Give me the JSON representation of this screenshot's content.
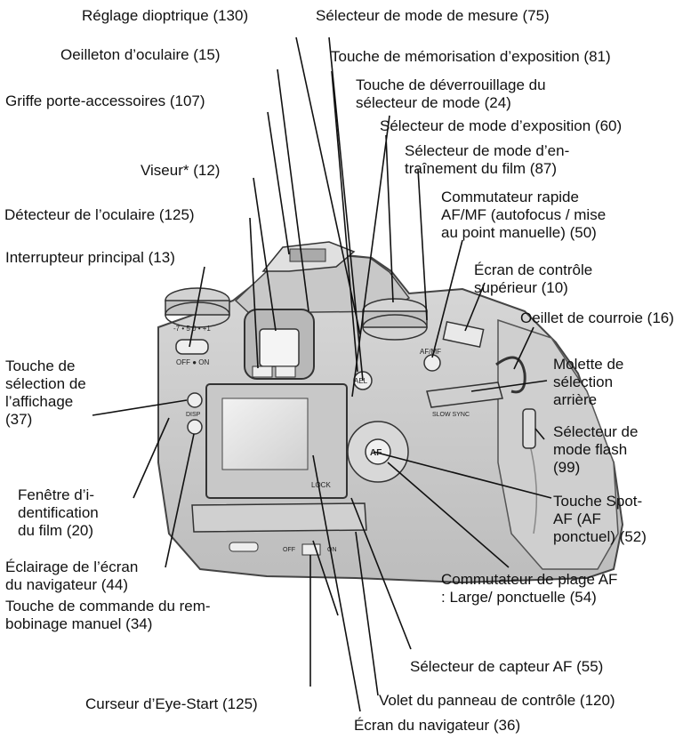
{
  "labels": {
    "reglage_dioptrique": "Réglage dioptrique (130)",
    "selecteur_mesure": "Sélecteur de mode de mesure (75)",
    "oeilleton": "Oeilleton d’oculaire (15)",
    "memorisation_expo": "Touche de mémorisation d’exposition (81)",
    "griffe": "Griffe porte-accessoires (107)",
    "deverrouillage": "Touche de déverrouillage du\nsélecteur de mode (24)",
    "mode_exposition": "Sélecteur de mode d’exposition (60)",
    "viseur": "Viseur* (12)",
    "entrainement": "Sélecteur de mode d’en-\ntraînement du film (87)",
    "detecteur_oculaire": "Détecteur de l’oculaire (125)",
    "commutateur_afmf": "Commutateur rapide\nAF/MF (autofocus / mise\nau point manuelle) (50)",
    "interrupteur": "Interrupteur principal (13)",
    "ecran_superieur": "Écran de contrôle\nsupérieur (10)",
    "oeillet_courroie": "Oeillet de courroie (16)",
    "touche_affichage": "Touche de\nsélection de\nl’affichage\n(37)",
    "molette": "Molette de\nsélection\narrière",
    "selecteur_flash": "Sélecteur de\nmode flash\n(99)",
    "fenetre_film": "Fenêtre d’i-\ndentification\ndu film (20)",
    "spot_af": "Touche Spot-\nAF (AF\nponctuel) (52)",
    "eclairage": "Éclairage de l’écran\ndu navigateur (44)",
    "commutateur_plage": "Commutateur de plage AF\n: Large/ ponctuelle (54)",
    "rembobinage": "Touche de commande du rem-\nbobinage manuel (34)",
    "capteur_af": "Sélecteur de capteur AF (55)",
    "eye_start": "Curseur d’Eye-Start (125)",
    "volet": "Volet du panneau de contrôle (120)",
    "ecran_navigateur": "Écran du navigateur (36)"
  },
  "camera_markings": {
    "disp": "DISP",
    "ael": "AEL",
    "af": "AF",
    "af_mf": "AF/MF",
    "lock": "LOCK",
    "slow_sync": "SLOW SYNC",
    "off": "OFF",
    "on": "ON",
    "off_on": "OFF ● ON",
    "dial_marks": "-7 • 5 0 • +1"
  }
}
